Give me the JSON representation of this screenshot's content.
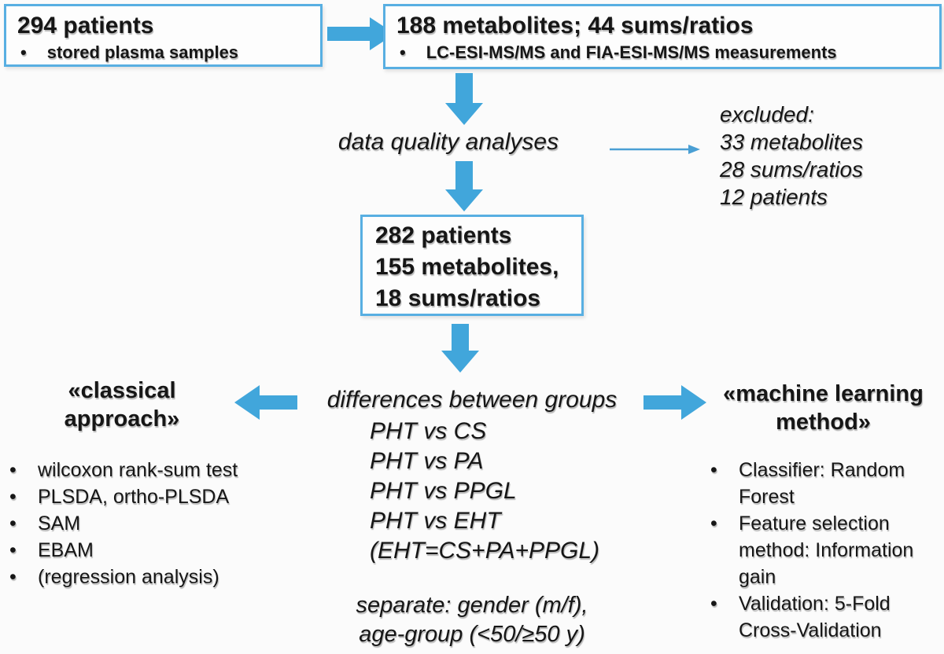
{
  "colors": {
    "arrow_blue": "#41a6db",
    "thin_arrow_blue": "#4a9fd4",
    "box_border_blue": "#58afe2",
    "text": "#161616"
  },
  "boxes": {
    "patients": {
      "title": "294 patients",
      "bullet": "stored plasma samples"
    },
    "metabolites": {
      "title": "188 metabolites; 44 sums/ratios",
      "bullet": "LC-ESI-MS/MS and FIA-ESI-MS/MS measurements"
    },
    "filtered": {
      "lines": [
        "282 patients",
        "155 metabolites,",
        "18 sums/ratios"
      ]
    }
  },
  "flow": {
    "quality_step": "data quality analyses",
    "excluded": {
      "title": "excluded:",
      "items": [
        "33 metabolites",
        "28 sums/ratios",
        "12 patients"
      ]
    },
    "differences_title": "differences between groups",
    "comparisons": [
      "PHT vs CS",
      "PHT vs PA",
      "PHT vs PPGL",
      "PHT vs EHT",
      "(EHT=CS+PA+PPGL)"
    ],
    "separate_lines": [
      "separate: gender (m/f),",
      "age-group (<50/≥50 y)"
    ]
  },
  "classical": {
    "title": "«classical approach»",
    "items": [
      "wilcoxon rank-sum test",
      "PLSDA, ortho-PLSDA",
      "SAM",
      "EBAM",
      "(regression analysis)"
    ]
  },
  "machine_learning": {
    "title": "«machine learning method»",
    "items": [
      "Classifier: Random Forest",
      "Feature selection method: Information gain",
      "Validation: 5-Fold Cross-Validation"
    ]
  }
}
